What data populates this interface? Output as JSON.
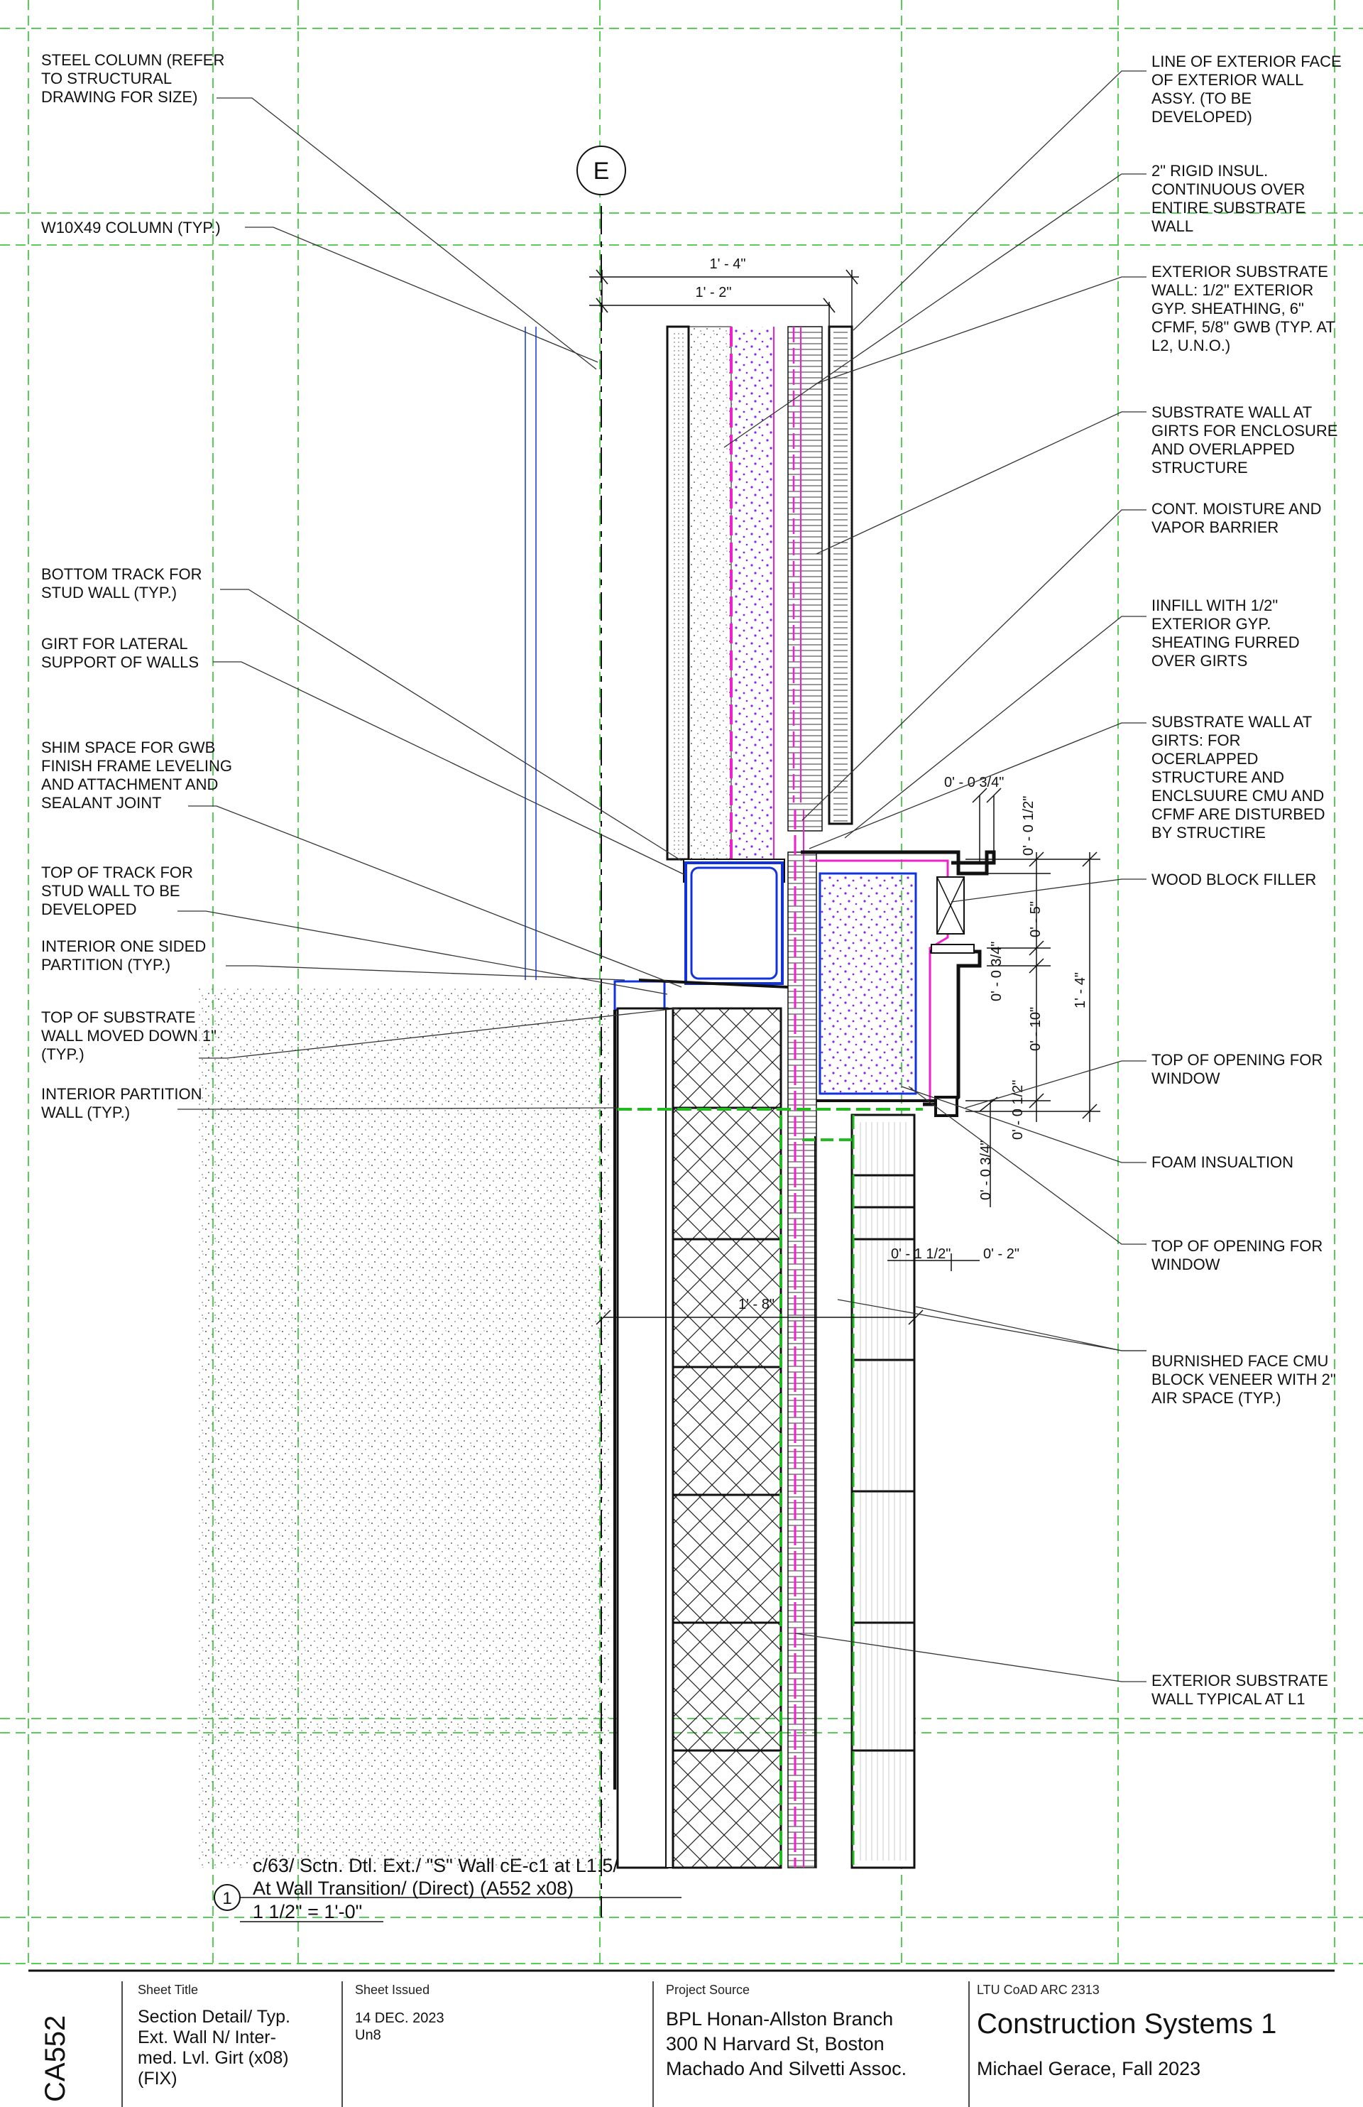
{
  "grid_marker": "E",
  "notes_left": [
    {
      "id": "steel-column",
      "text": "STEEL COLUMN (REFER\nTO STRUCTURAL\nDRAWING FOR SIZE)"
    },
    {
      "id": "w10x49",
      "text": "W10X49 COLUMN (TYP.)"
    },
    {
      "id": "bottom-track",
      "text": "BOTTOM TRACK FOR\nSTUD WALL (TYP.)"
    },
    {
      "id": "girt-lateral",
      "text": "GIRT FOR LATERAL\nSUPPORT OF WALLS"
    },
    {
      "id": "shim-space",
      "text": "SHIM SPACE FOR GWB\nFINISH FRAME LEVELING\nAND ATTACHMENT AND\nSEALANT JOINT"
    },
    {
      "id": "top-track",
      "text": "TOP OF TRACK FOR\nSTUD WALL TO BE\nDEVELOPED"
    },
    {
      "id": "interior-one-sided",
      "text": "INTERIOR ONE SIDED\nPARTITION (TYP.)"
    },
    {
      "id": "top-substrate",
      "text": "TOP OF SUBSTRATE\nWALL MOVED DOWN 1\"\n(TYP.)"
    },
    {
      "id": "interior-partition",
      "text": "INTERIOR PARTITION\nWALL (TYP.)"
    }
  ],
  "notes_right": [
    {
      "id": "line-exterior-face",
      "text": "LINE OF EXTERIOR FACE\nOF EXTERIOR WALL\nASSY. (TO BE\nDEVELOPED)"
    },
    {
      "id": "rigid-insul",
      "text": "2\" RIGID INSUL.\nCONTINUOUS OVER\nENTIRE SUBSTRATE\nWALL"
    },
    {
      "id": "exterior-substrate-wall",
      "text": "EXTERIOR SUBSTRATE\nWALL: 1/2\" EXTERIOR\nGYP. SHEATHING, 6\"\nCFMF, 5/8\" GWB (TYP. AT\nL2, U.N.O.)"
    },
    {
      "id": "substrate-at-girts",
      "text": "SUBSTRATE WALL AT\nGIRTS FOR ENCLOSURE\nAND OVERLAPPED\nSTRUCTURE"
    },
    {
      "id": "moisture-barrier",
      "text": "CONT. MOISTURE AND\nVAPOR BARRIER"
    },
    {
      "id": "infill",
      "text": "IINFILL WITH 1/2\"\nEXTERIOR GYP.\nSHEATING FURRED\nOVER GIRTS"
    },
    {
      "id": "substrate-girts-cmu",
      "text": "SUBSTRATE WALL AT\nGIRTS: FOR\nOCERLAPPED\nSTRUCTURE AND\nENCLSUURE CMU AND\nCFMF ARE DISTURBED\nBY STRUCTIRE"
    },
    {
      "id": "wood-block",
      "text": "WOOD BLOCK FILLER"
    },
    {
      "id": "top-opening-1",
      "text": "TOP OF OPENING FOR\nWINDOW"
    },
    {
      "id": "foam",
      "text": "FOAM INSUALTION"
    },
    {
      "id": "top-opening-2",
      "text": "TOP OF OPENING FOR\nWINDOW"
    },
    {
      "id": "burnished-cmu",
      "text": "BURNISHED FACE CMU\nBLOCK VENEER WITH 2\"\nAIR SPACE (TYP.)"
    },
    {
      "id": "exterior-substrate-l1",
      "text": "EXTERIOR SUBSTRATE\nWALL TYPICAL AT L1"
    }
  ],
  "dimensions": {
    "d1": "1' - 4\"",
    "d2": "1' - 2\"",
    "d3": "0' - 0 3/4\"",
    "d4": "0' - 0 1/2\"",
    "d5": "0' - 5\"",
    "d6": "0' - 0 3/4\"",
    "d7": "1' - 4\"",
    "d8": "0' - 10\"",
    "d9": "0' - 0 1/2\"",
    "d10": "0' - 0 3/4\"",
    "d11": "0' - 1 1/2\"",
    "d12": "0' - 2\"",
    "d13": "1' - 8\""
  },
  "detail_title": {
    "number": "1",
    "line1": "c/63/ Sctn. Dtl. Ext./ \"S\" Wall cE-c1 at L1.5/",
    "line2": "At Wall Transition/ (Direct) (A552 x08)",
    "scale": "1 1/2\" = 1'-0\""
  },
  "title_block": {
    "sheet_number": "CA552",
    "sheet_title_label": "Sheet Title",
    "sheet_title": "Section Detail/ Typ.\nExt. Wall N/ Inter-\nmed. Lvl. Girt (x08)\n(FIX)",
    "sheet_issued_label": "Sheet Issued",
    "sheet_issued": "14 DEC. 2023\nUn8",
    "project_source_label": "Project Source",
    "project_source": "BPL Honan-Allston Branch\n300 N Harvard St, Boston\nMachado And Silvetti Assoc.",
    "course_label": "LTU CoAD ARC 2313",
    "course_title": "Construction Systems 1",
    "author": "Michael Gerace, Fall 2023"
  },
  "colors": {
    "grid": "#22bb22",
    "insulation": "#8822ee",
    "barrier": "#ee22cc",
    "steel": "#1133dd",
    "linework": "#111111"
  }
}
